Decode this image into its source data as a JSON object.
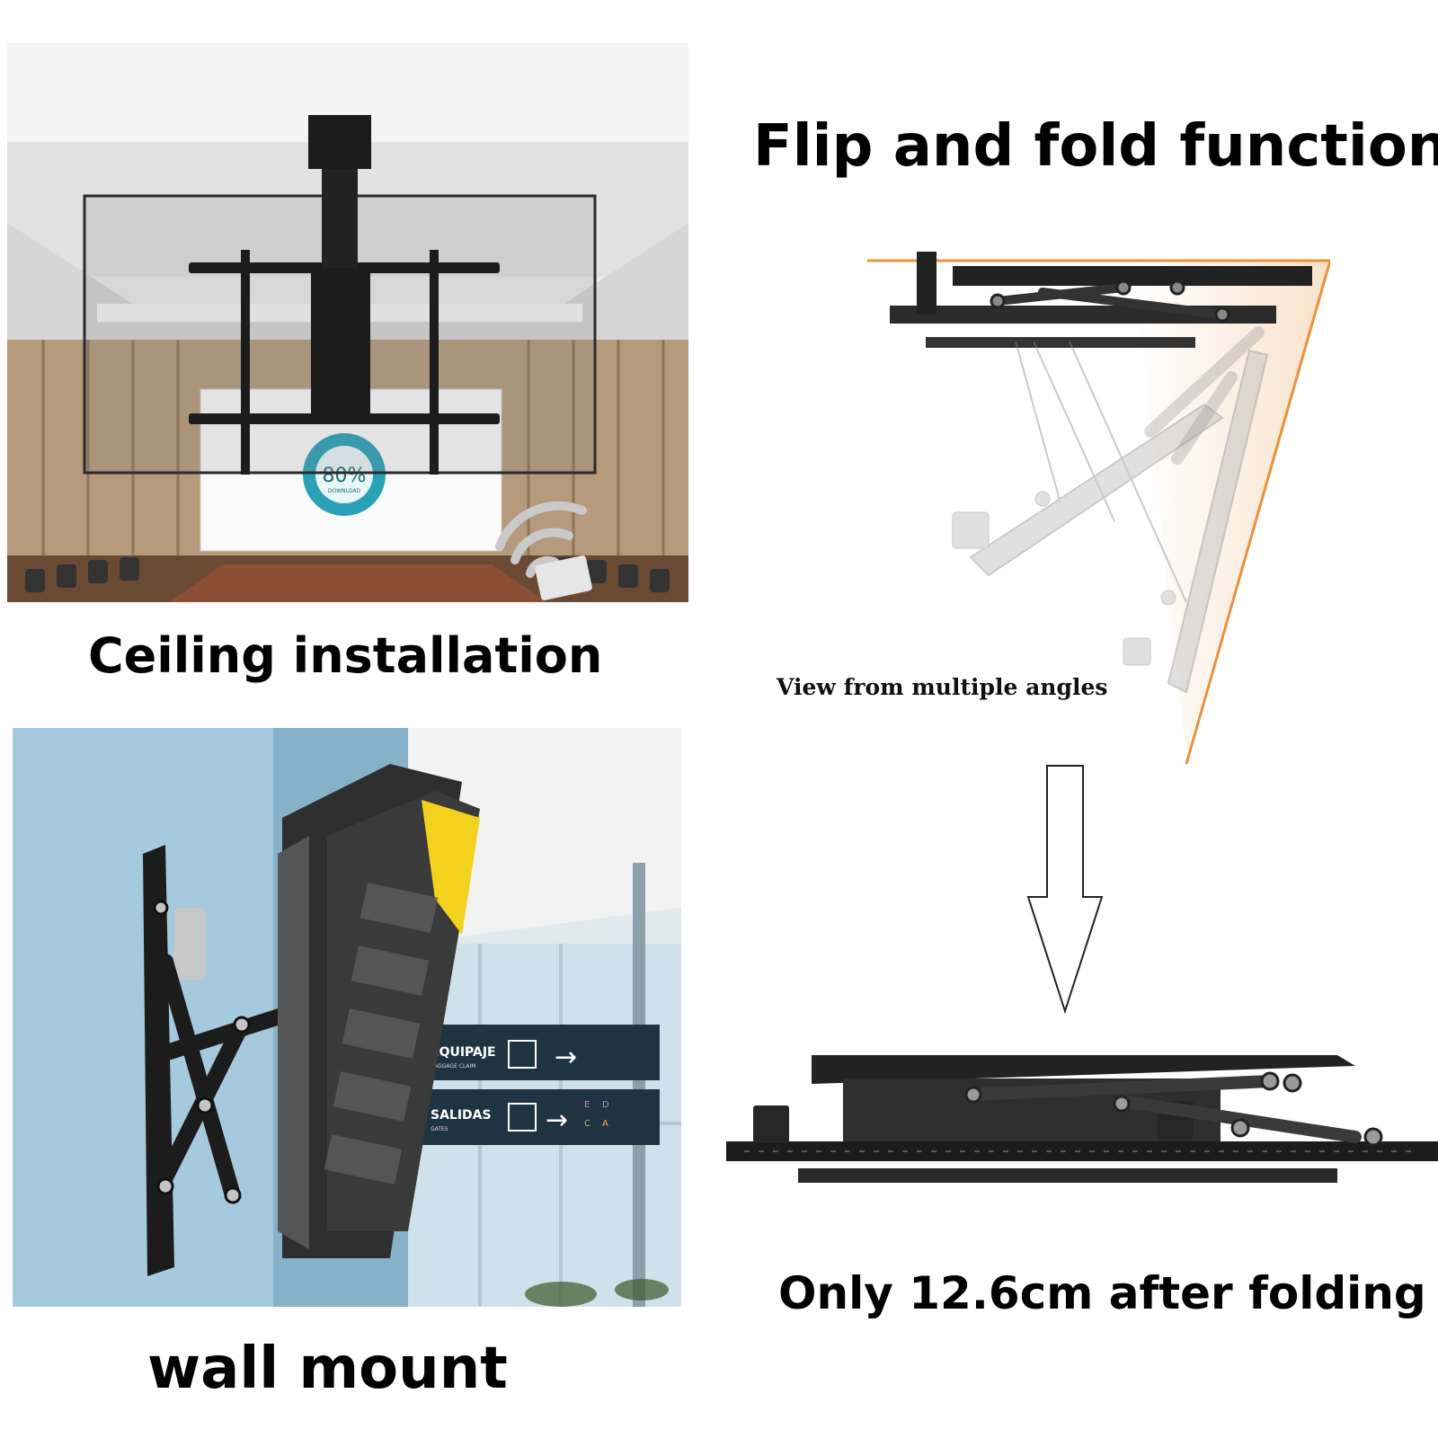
{
  "captions": {
    "flip_title": "Flip and fold function",
    "ceiling": "Ceiling installation",
    "angles": "View from multiple angles",
    "only_after": "Only 12.6cm after folding",
    "wall_mount": "wall mount"
  },
  "screen": {
    "percent": "80%",
    "download": "DOWNLOAD"
  },
  "signs": {
    "equipaje": "EQUIPAJE",
    "baggage": "BAGGAGE CLAIM",
    "salidas": "SALIDAS",
    "gates": "GATES",
    "gate_letters": [
      "E",
      "D",
      "C",
      "A"
    ]
  },
  "colors": {
    "accent_orange": "#e8913a",
    "screen_teal": "#2aa1b5",
    "mount_black": "#1c1c1c",
    "sign_yellow": "#f2d21c",
    "wall_blue": "#9fc4d8"
  }
}
